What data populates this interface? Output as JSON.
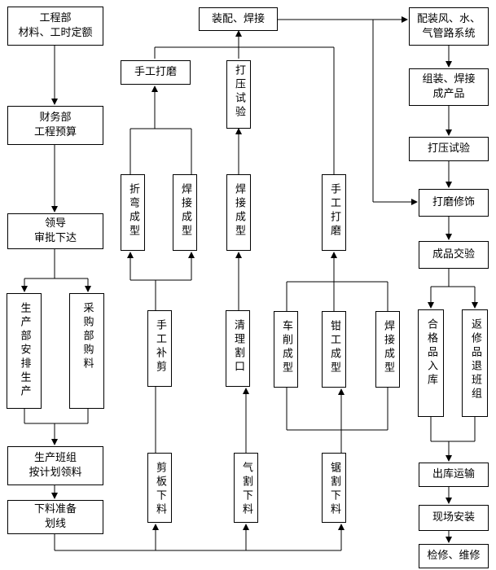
{
  "boxes": {
    "gcb": "工程部\n材料、工时定额",
    "cwb": "财务部\n工程预算",
    "ld": "领导\n审批下达",
    "scb": "生产部安排生产",
    "cgb": "采购部购料",
    "scbz": "生产班组\n按计划领料",
    "xl": "下料准备\n划线",
    "zp": "装配、焊接",
    "sgdm1": "手工打磨",
    "dysy1": "打压试验",
    "zwcx": "折弯成型",
    "hjcx1": "焊接成型",
    "hjcx2": "焊接成型",
    "sgdm2": "手工打磨",
    "sgbj": "手工补剪",
    "qlgk": "清理割口",
    "cxcx": "车削成型",
    "qgcx": "钳工成型",
    "hjcx3": "焊接成型",
    "jbxl": "剪板下料",
    "qgxl": "气割下料",
    "jgxl": "锯割下料",
    "pz": "配装风、水、\n气管路系统",
    "zzhj": "组装、焊接\n成产品",
    "dysy2": "打压试验",
    "dmxs": "打磨修饰",
    "cpjy": "成品交验",
    "hgp": "合格品入库",
    "fxp": "返修品退班组",
    "ckys": "出库运输",
    "xcaz": "现场安装",
    "jxwx": "检修、维修"
  }
}
